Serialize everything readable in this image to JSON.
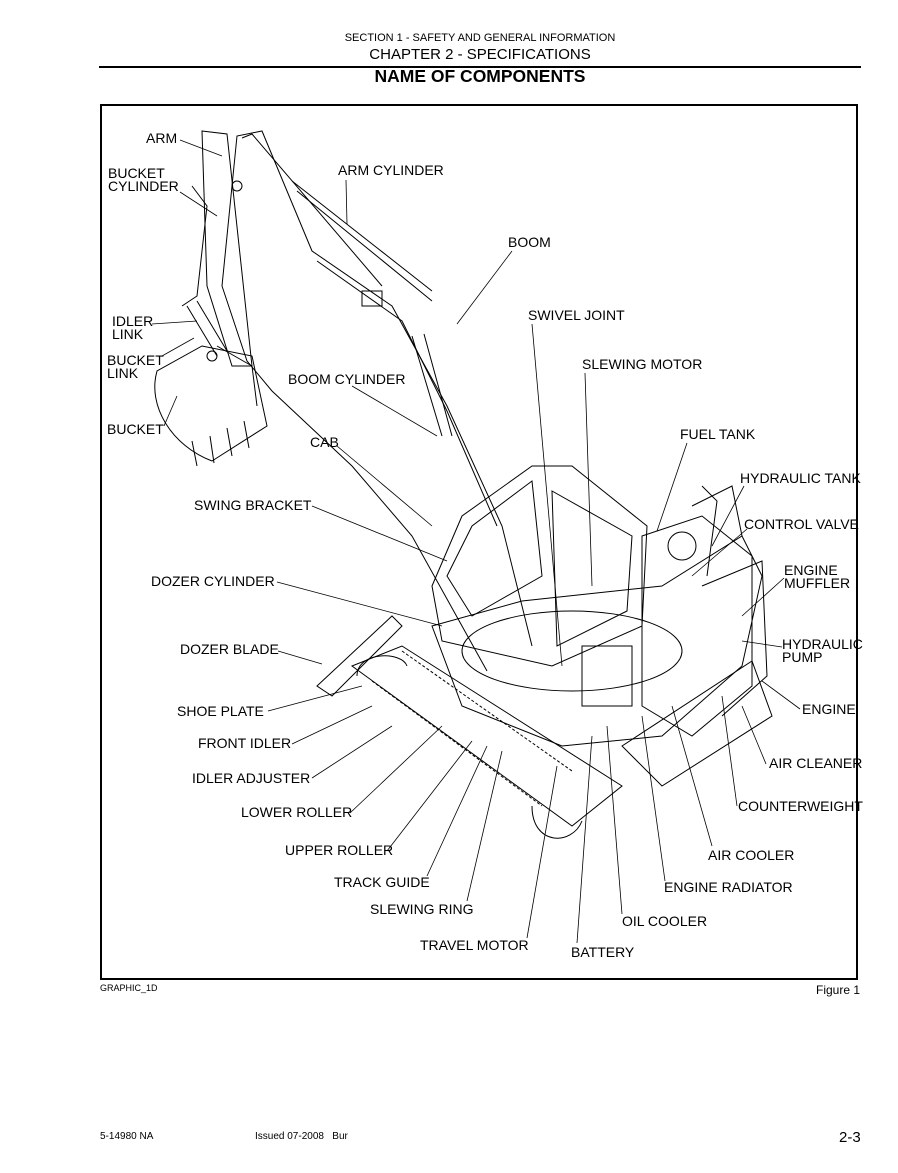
{
  "header": {
    "section": "SECTION 1 - SAFETY AND GENERAL INFORMATION",
    "chapter": "CHAPTER 2 - SPECIFICATIONS",
    "title": "NAME OF COMPONENTS"
  },
  "figure": {
    "labels": {
      "arm": "ARM",
      "bucket_cylinder": "BUCKET\nCYLINDER",
      "idler_link": "IDLER\nLINK",
      "bucket_link": "BUCKET\nLINK",
      "bucket": "BUCKET",
      "arm_cylinder": "ARM CYLINDER",
      "boom": "BOOM",
      "swivel_joint": "SWIVEL JOINT",
      "slewing_motor": "SLEWING MOTOR",
      "boom_cylinder": "BOOM CYLINDER",
      "cab": "CAB",
      "fuel_tank": "FUEL TANK",
      "hydraulic_tank": "HYDRAULIC TANK",
      "swing_bracket": "SWING BRACKET",
      "control_valve": "CONTROL VALVE",
      "engine_muffler": "ENGINE\nMUFFLER",
      "dozer_cylinder": "DOZER CYLINDER",
      "hydraulic_pump": "HYDRAULIC\nPUMP",
      "dozer_blade": "DOZER BLADE",
      "engine": "ENGINE",
      "shoe_plate": "SHOE PLATE",
      "front_idler": "FRONT IDLER",
      "air_cleaner": "AIR CLEANER",
      "idler_adjuster": "IDLER ADJUSTER",
      "counterweight": "COUNTERWEIGHT",
      "lower_roller": "LOWER ROLLER",
      "upper_roller": "UPPER ROLLER",
      "air_cooler": "AIR COOLER",
      "track_guide": "TRACK GUIDE",
      "engine_radiator": "ENGINE RADIATOR",
      "slewing_ring": "SLEWING RING",
      "oil_cooler": "OIL COOLER",
      "travel_motor": "TRAVEL MOTOR",
      "battery": "BATTERY"
    },
    "graphic_id": "GRAPHIC_1D",
    "caption": "Figure 1"
  },
  "footer": {
    "doc_number": "5-14980 NA",
    "issued": "Issued 07-2008",
    "author": "Bur",
    "page": "2-3"
  }
}
